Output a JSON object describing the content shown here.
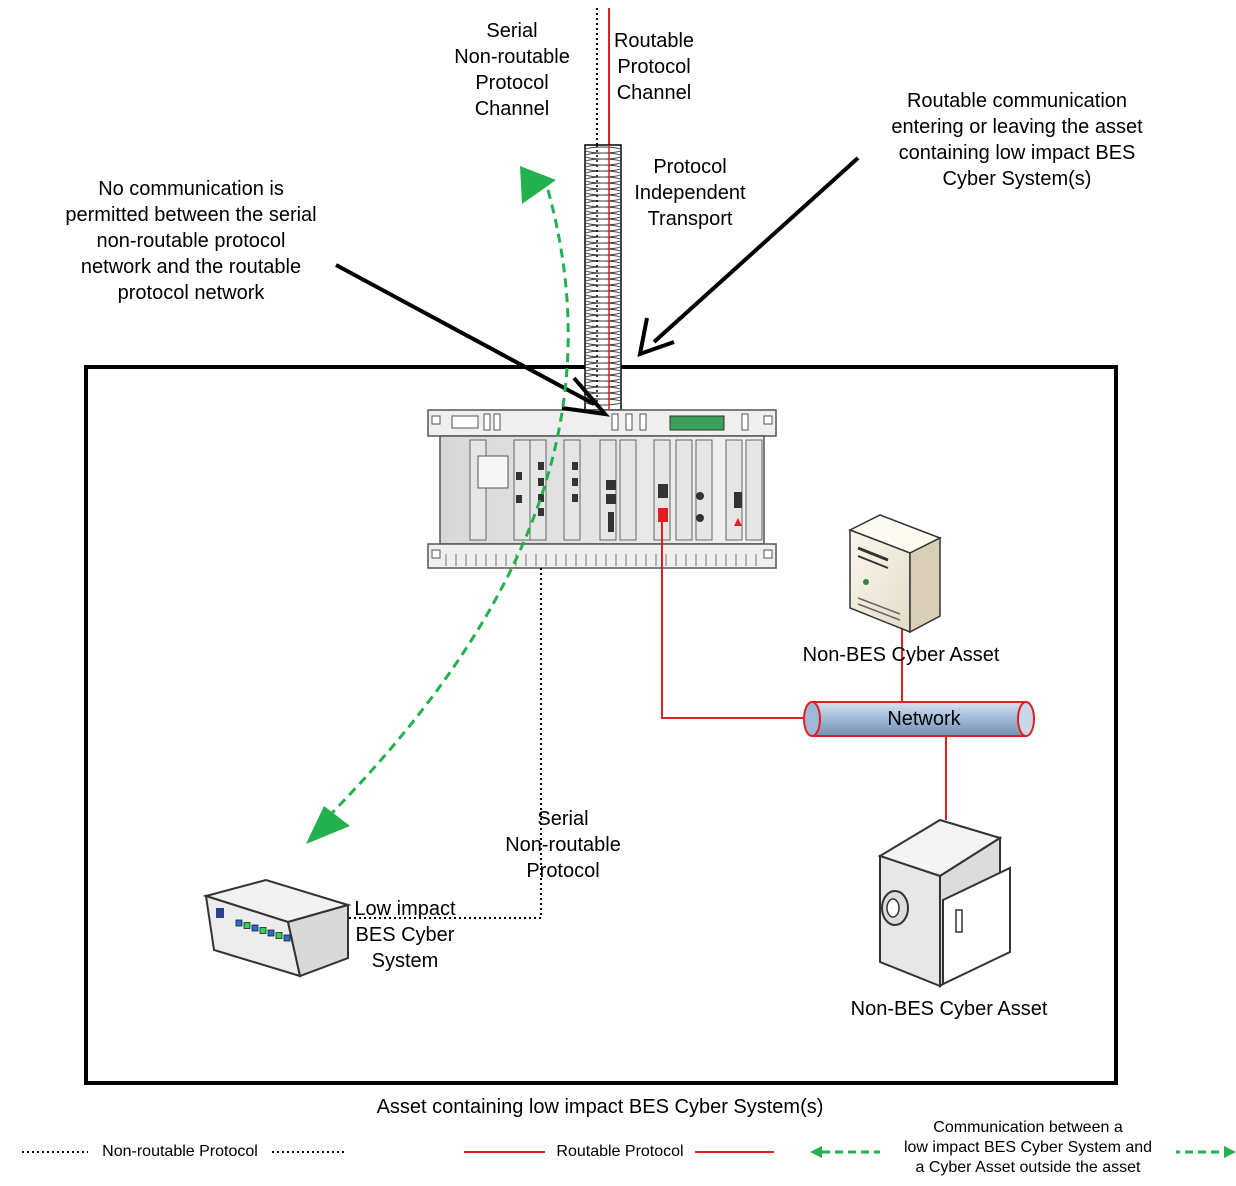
{
  "labels": {
    "serial_channel": [
      "Serial",
      "Non-routable",
      "Protocol",
      "Channel"
    ],
    "routable_channel": [
      "Routable",
      "Protocol",
      "Channel"
    ],
    "routable_comm": [
      "Routable communication",
      "entering or leaving the asset",
      "containing low impact BES",
      "Cyber System(s)"
    ],
    "no_comm": [
      "No communication is",
      "permitted between the serial",
      "non-routable protocol",
      "network and the routable",
      "protocol network"
    ],
    "transport": [
      "Protocol",
      "Independent",
      "Transport"
    ],
    "server_asset": "Non-BES Cyber Asset",
    "network": "Network",
    "serial_protocol": [
      "Serial",
      "Non-routable",
      "Protocol"
    ],
    "low_impact": [
      "Low impact",
      "BES Cyber",
      "System"
    ],
    "camera_asset": "Non-BES Cyber Asset",
    "asset_caption": "Asset containing low impact BES Cyber System(s)"
  },
  "legend": {
    "non_routable": "Non-routable Protocol",
    "routable": "Routable Protocol",
    "communication": [
      "Communication between a",
      "low impact BES Cyber System and",
      "a Cyber Asset outside the asset"
    ]
  },
  "colors": {
    "routable": "#e02020",
    "non_routable": "#000000",
    "communication": "#22b14c",
    "network_fill": "#9fb8d6"
  }
}
